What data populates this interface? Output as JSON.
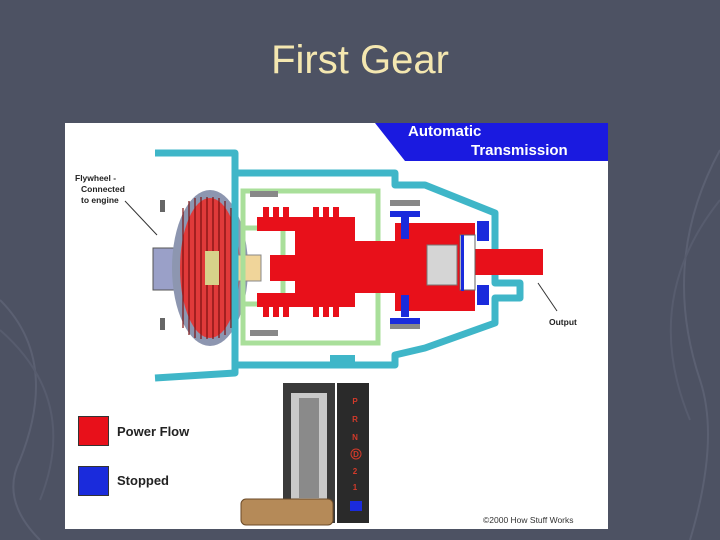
{
  "slide": {
    "title": "First Gear"
  },
  "diagram": {
    "banner_line1": "Automatic",
    "banner_line2": "Transmission",
    "flywheel_label_line1": "Flywheel -",
    "flywheel_label_line2": "Connected",
    "flywheel_label_line3": "to engine",
    "output_label": "Output",
    "legend": [
      {
        "label": "Power Flow",
        "color": "#e8101a"
      },
      {
        "label": "Stopped",
        "color": "#1a2bdc"
      }
    ],
    "gear_letters": [
      "P",
      "R",
      "N",
      "D",
      "2",
      "1"
    ],
    "selected_gear": "1",
    "copyright": "©2000 How Stuff Works"
  },
  "colors": {
    "background": "#4d5263",
    "title": "#f4e7b0",
    "banner": "#1a1ae0",
    "housing": "#3fb6c8",
    "power": "#e8101a",
    "stopped": "#1a2bdc",
    "carrier": "#a9df9a"
  }
}
